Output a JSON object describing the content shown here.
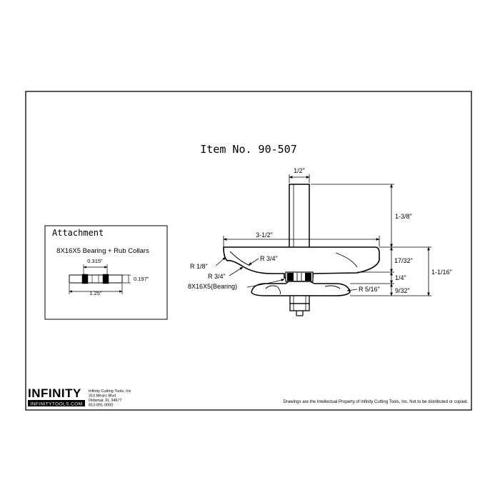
{
  "title": "Item No. 90-507",
  "dimensions": {
    "shank_diameter": "1/2\"",
    "shank_length": "1-3/8\"",
    "cutting_diameter": "3-1/2\"",
    "profile_height": "17/32\"",
    "bearing_height": "1/4\"",
    "overall_cut_height": "1-1/16\"",
    "collar_height": "9/32\"",
    "radius_top": "R 1/8\"",
    "radius_upper": "R 3/4\"",
    "radius_lower": "R 3/4\"",
    "radius_bottom": "R 5/16\"",
    "bearing_label": "8X16X5(Bearing)"
  },
  "attachment": {
    "heading": "Attachment",
    "description": "8X16X5 Bearing + Rub Collars",
    "dim_top": "0.315\"",
    "dim_height": "0.197\"",
    "dim_width": "1.25\""
  },
  "company": {
    "logo": "INFINITY",
    "logo_url": "INFINITYTOOLS.COM",
    "name": "Infinity Cutting Tools, Inc",
    "address1": "310 Mears Blvd.",
    "address2": "Oldsmar, FL 34677",
    "phone": "813-891-9000"
  },
  "disclaimer": "Drawings are the Intellectual Property of Infinity Cutting Tools, Inc. Not to be distributed or copied."
}
